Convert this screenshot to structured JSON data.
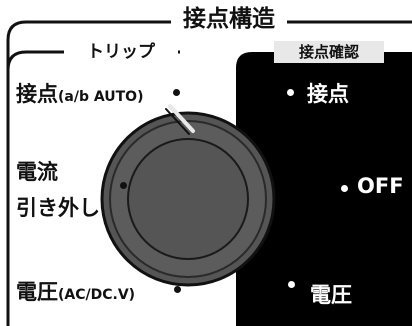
{
  "header": {
    "title": "接点構造"
  },
  "trip": {
    "title": "トリップ",
    "contact": {
      "main": "接点",
      "sub": "(a/b AUTO)"
    },
    "current_line1": "電流",
    "current_line2": "引き外し",
    "voltage": {
      "main": "電圧",
      "sub": "(AC/DC.V)"
    }
  },
  "check": {
    "title": "接点確認",
    "contact": "接点",
    "off": "OFF",
    "voltage": "電圧"
  },
  "colors": {
    "line": "#111111",
    "check_panel": "#000000",
    "knob": "#555555",
    "knob_ring": "#6b6b6b"
  }
}
